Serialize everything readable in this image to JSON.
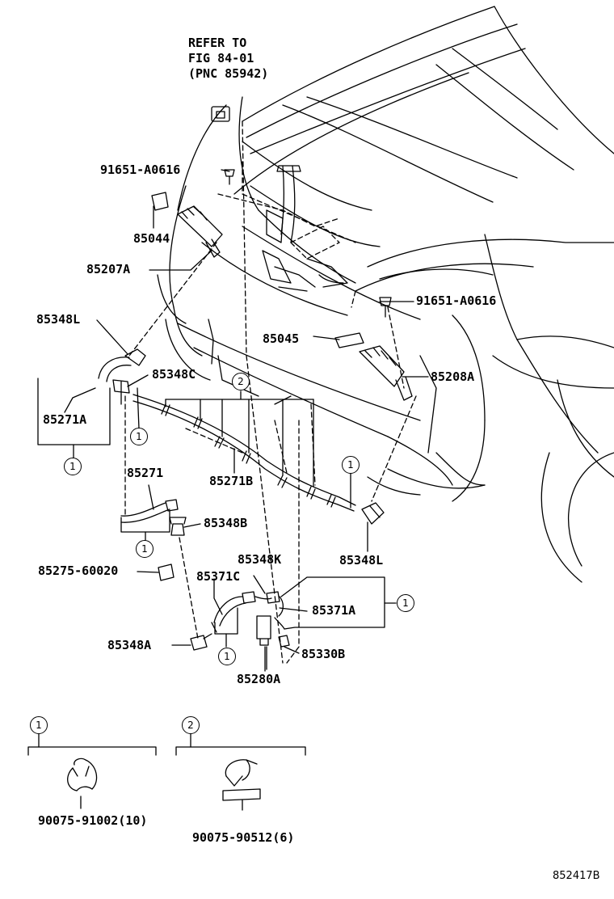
{
  "refer": {
    "line1": "REFER TO",
    "line2": "FIG 84-01",
    "line3": "(PNC 85942)"
  },
  "labels": {
    "bolt_upper": "91651-A0616",
    "bolt_right": "91651-A0616",
    "p85044": "85044",
    "p85207A": "85207A",
    "p85348L_top": "85348L",
    "p85348C": "85348C",
    "p85271A": "85271A",
    "p85045": "85045",
    "p85208A": "85208A",
    "p85271": "85271",
    "p85271B": "85271B",
    "p85348B": "85348B",
    "p85348L_bottom": "85348L",
    "p85275": "85275-60020",
    "p85348K": "85348K",
    "p85371C": "85371C",
    "p85371A": "85371A",
    "p85348A": "85348A",
    "p85330B": "85330B",
    "p85280A": "85280A",
    "clip1_part": "90075-91002(10)",
    "clip2_part": "90075-90512(6)"
  },
  "callouts": {
    "one": "1",
    "two": "2"
  },
  "diagram_code": "852417B"
}
